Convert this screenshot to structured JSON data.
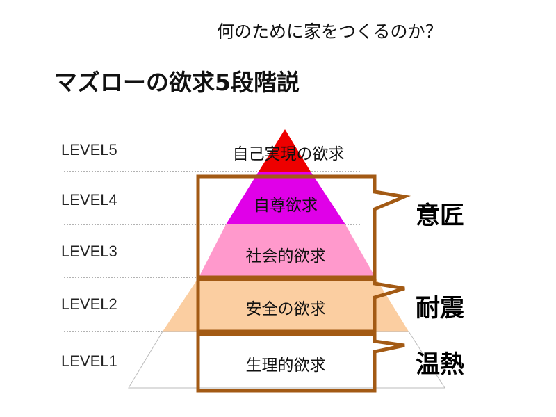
{
  "header": {
    "subtitle": "何のために家をつくるのか？",
    "title": "マズローの欲求5段階説"
  },
  "levels": [
    {
      "label": "LEVEL5",
      "name": "自己実現の欲求",
      "color": "#ee0000"
    },
    {
      "label": "LEVEL4",
      "name": "自尊欲求",
      "color": "#e000e8"
    },
    {
      "label": "LEVEL3",
      "name": "社会的欲求",
      "color": "#ff99cc"
    },
    {
      "label": "LEVEL2",
      "name": "安全の欲求",
      "color": "#fbcea1"
    },
    {
      "label": "LEVEL1",
      "name": "生理的欲求",
      "color": "#ffffff"
    }
  ],
  "callouts": {
    "design": "意匠",
    "seismic": "耐震",
    "thermal": "温熱",
    "bracket_color": "#a35a14"
  }
}
